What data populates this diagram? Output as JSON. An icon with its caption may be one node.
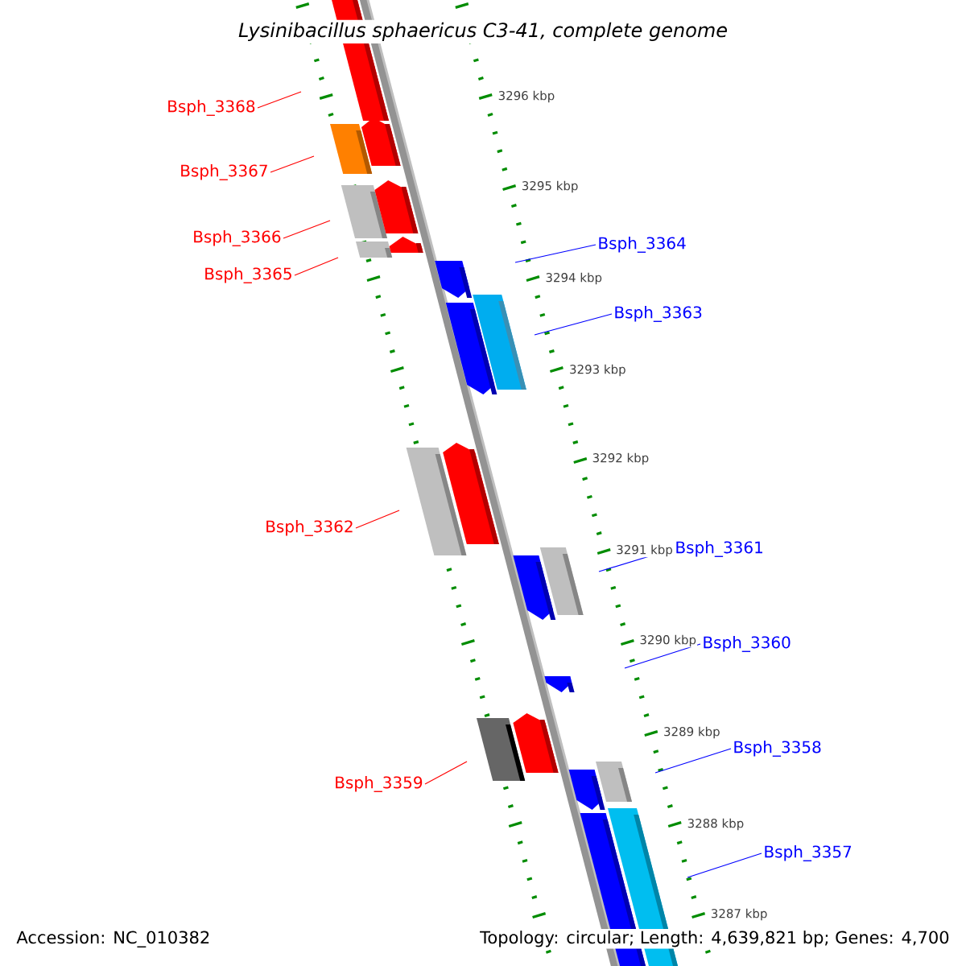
{
  "diagram": {
    "title": "*Lysinibacillus sphaericus* C3-41, complete genome",
    "nodes": [
      {
        "text": [
          "Bsph_3368"
        ]
      },
      {
        "text": [
          "Bsph_3367"
        ]
      },
      {
        "text": [
          "Bsph_3366"
        ]
      },
      {
        "text": [
          "Bsph_3365"
        ]
      },
      {
        "text": [
          "Bsph_3364"
        ]
      },
      {
        "text": [
          "Bsph_3363"
        ]
      },
      {
        "text": [
          "Bsph_3362"
        ]
      },
      {
        "text": [
          "Bsph_3361"
        ]
      },
      {
        "text": [
          "Bsph_3360"
        ]
      },
      {
        "text": [
          "Bsph_3359"
        ]
      },
      {
        "text": [
          "Bsph_3358"
        ]
      },
      {
        "text": [
          "Bsph_3357"
        ]
      }
    ],
    "edges": [
      {
        "from": 0,
        "to": null,
        "arrow": "none"
      },
      {
        "from": 1,
        "to": null,
        "arrow": "none"
      },
      {
        "from": 2,
        "to": null,
        "arrow": "none"
      },
      {
        "from": 3,
        "to": null,
        "arrow": "none"
      },
      {
        "from": 4,
        "to": null,
        "arrow": "none",
        "color": "#0000ff"
      },
      {
        "from": 5,
        "to": null,
        "arrow": "none",
        "color": "#0000ff"
      },
      {
        "from": 6,
        "to": null,
        "arrow": "none"
      },
      {
        "from": 7,
        "to": null,
        "arrow": "none",
        "color": "#0000ff"
      },
      {
        "from": 8,
        "to": null,
        "arrow": "none",
        "color": "#0000ff"
      },
      {
        "from": 9,
        "to": null,
        "arrow": "none"
      },
      {
        "from": 10,
        "to": null,
        "arrow": "none",
        "color": "#0000ff"
      },
      {
        "from": 11,
        "to": null,
        "arrow": "none",
        "color": "#0000ff"
      }
    ],
    "labels": [
      "3296 kbp",
      "3295 kbp",
      "3294 kbp",
      "3293 kbp",
      "3292 kbp",
      "3291 kbp",
      "3290 kbp",
      "3289 kbp",
      "3288 kbp",
      "3287 kbp",
      "Accession: NC_010382",
      "Topology: circular; Length: 4,639,821 bp; Genes: 4,700"
    ]
  }
}
